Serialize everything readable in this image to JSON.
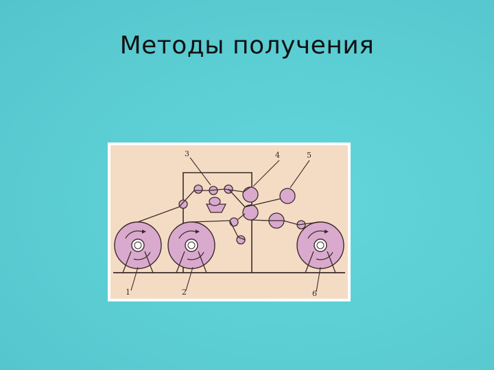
{
  "slide": {
    "title": "Методы получения"
  },
  "diagram": {
    "labels": {
      "n1": "1",
      "n2": "2",
      "n3": "3",
      "n4": "4",
      "n5": "5",
      "n6": "6"
    },
    "colors": {
      "panel": "#f4dcc4",
      "roll_fill": "#d9aacd",
      "stroke": "#3a2a2a",
      "hub_fill": "#ffffff"
    }
  }
}
